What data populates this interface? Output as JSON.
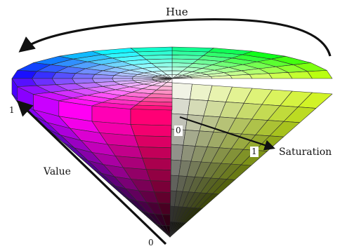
{
  "diagram": {
    "labels": {
      "hue": "Hue",
      "saturation": "Saturation",
      "value": "Value",
      "value_max": "1",
      "value_min": "0",
      "saturation_min": "0",
      "saturation_max": "1"
    },
    "model": "hsv-cone",
    "hue_segments": 24,
    "saturation_rings": 8,
    "value_bands": 10,
    "colors": {
      "arrow": "#111111",
      "grid_line": "#2a2a2a",
      "background": "#ffffff"
    }
  }
}
